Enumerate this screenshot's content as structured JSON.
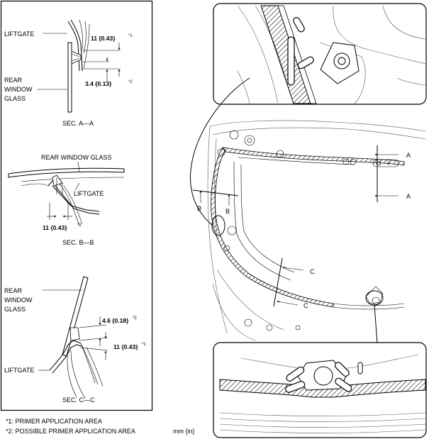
{
  "left_panel": {
    "sec_a": {
      "liftgate_label": "LIFTGATE",
      "glass_label_lines": [
        "REAR",
        "WINDOW",
        "GLASS"
      ],
      "dim1": "11 {0.43}",
      "dim1_note": "*1",
      "dim2": "3.4 {0.13}",
      "dim2_note": "*2",
      "title": "SEC. A—A"
    },
    "sec_b": {
      "glass_label": "REAR WINDOW GLASS",
      "liftgate_label": "LIFTGATE",
      "dim1": "11 {0.43}",
      "dim1_note": "*1",
      "title": "SEC. B—B"
    },
    "sec_c": {
      "glass_label_lines": [
        "REAR",
        "WINDOW",
        "GLASS"
      ],
      "liftgate_label": "LIFTGATE",
      "dim2": "4.6 {0.18}",
      "dim2_note": "*2",
      "dim1": "11 {0.43}",
      "dim1_note": "*1",
      "title": "SEC. C—C"
    }
  },
  "footnotes": {
    "note1": "*1: PRIMER APPLICATION AREA",
    "note2": "*2: POSSIBLE PRIMER APPLICATION AREA",
    "units": "mm {in}"
  },
  "main_view": {
    "section_markers": {
      "a_top": "A",
      "a_bottom": "A",
      "b_left": "B",
      "b_right": "B",
      "c_top": "C",
      "c_bottom": "C"
    }
  }
}
